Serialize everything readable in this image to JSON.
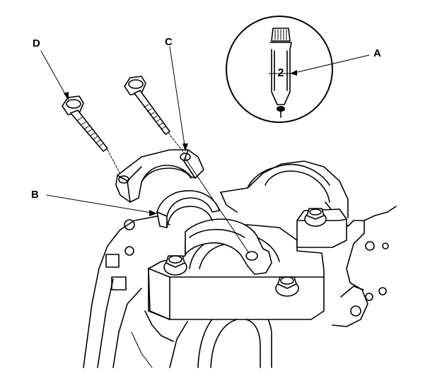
{
  "callouts": {
    "a": "A",
    "b": "B",
    "c": "C",
    "d": "D"
  },
  "detail_mark": "2",
  "colors": {
    "line": "#000000",
    "background": "#ffffff"
  }
}
